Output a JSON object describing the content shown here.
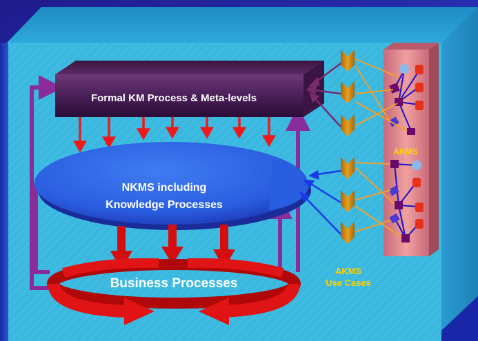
{
  "labels": {
    "formal_km": "Formal KM Process & Meta-levels",
    "nkms_line1": "NKMS including",
    "nkms_line2": "Knowledge Processes",
    "business": "Business Processes",
    "akms": "AKMS",
    "akms_use_line1": "AKMS",
    "akms_use_line2": "Use Cases"
  },
  "colors": {
    "backdrop": "#2a3cc6",
    "box_face": "#3ab8e0",
    "box_side": "#1e8fc0",
    "formal_box": "#4a1f58",
    "nkms_ellipse": "#2e64e6",
    "business_ring": "#c80a0a",
    "purple_arrow": "#8a2d9a",
    "gold_chevron": "#d08a10",
    "akms_panel": "#e08a8a",
    "use_case_label": "#ffd200",
    "white_text": "#ffffff"
  }
}
